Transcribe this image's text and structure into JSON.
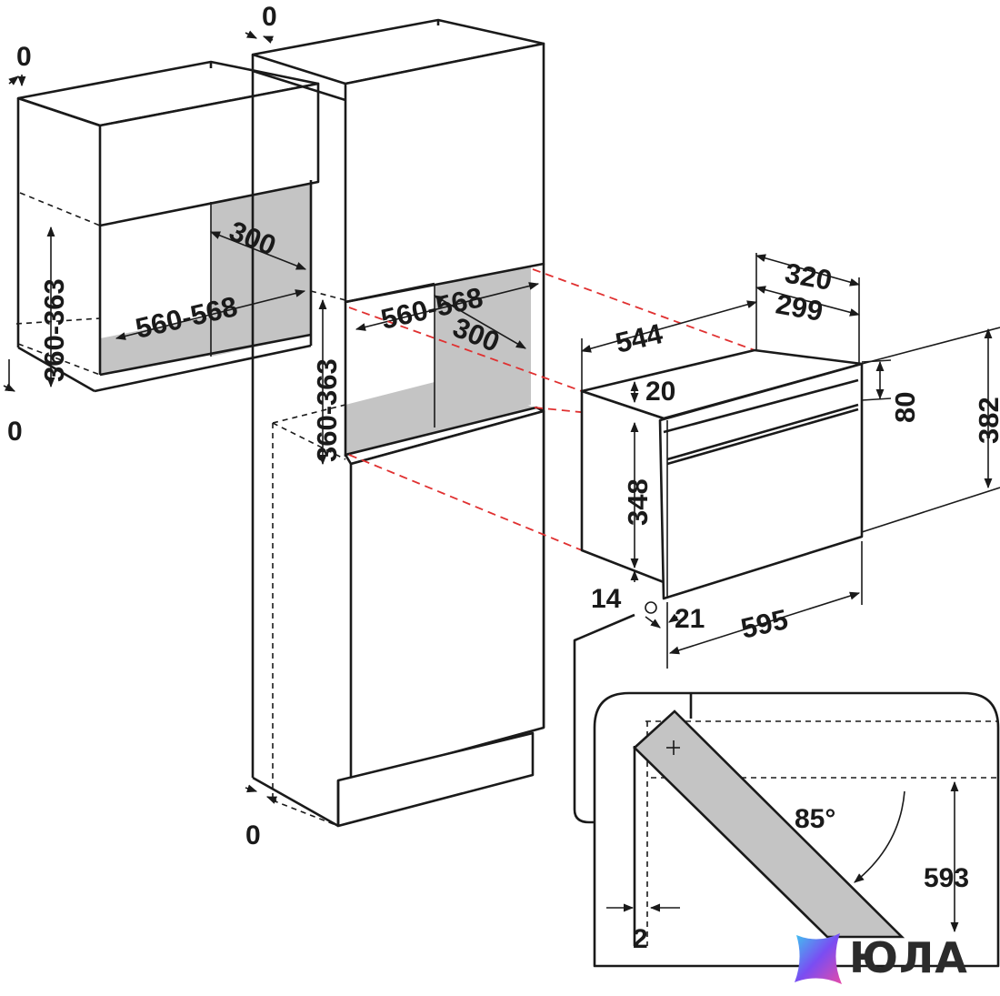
{
  "wall_cabinet": {
    "dim_0_top": "0",
    "dim_0_bottom": "0",
    "dim_height": "360-363",
    "dim_depth": "300",
    "dim_width": "560-568"
  },
  "tall_cabinet": {
    "dim_0_top": "0",
    "dim_0_bottom": "0",
    "dim_height": "360-363",
    "dim_depth": "300",
    "dim_width": "560-568"
  },
  "oven": {
    "dim_320": "320",
    "dim_299": "299",
    "dim_544": "544",
    "dim_20": "20",
    "dim_80": "80",
    "dim_382": "382",
    "dim_348": "348",
    "dim_14": "14",
    "dim_21": "21",
    "dim_595": "595"
  },
  "detail": {
    "angle": "85°",
    "dim_593": "593",
    "dim_2": "2"
  },
  "brand": {
    "name": "ЮЛА",
    "colors": [
      "#3ec6f0",
      "#7a4df2",
      "#e64aa8"
    ]
  }
}
